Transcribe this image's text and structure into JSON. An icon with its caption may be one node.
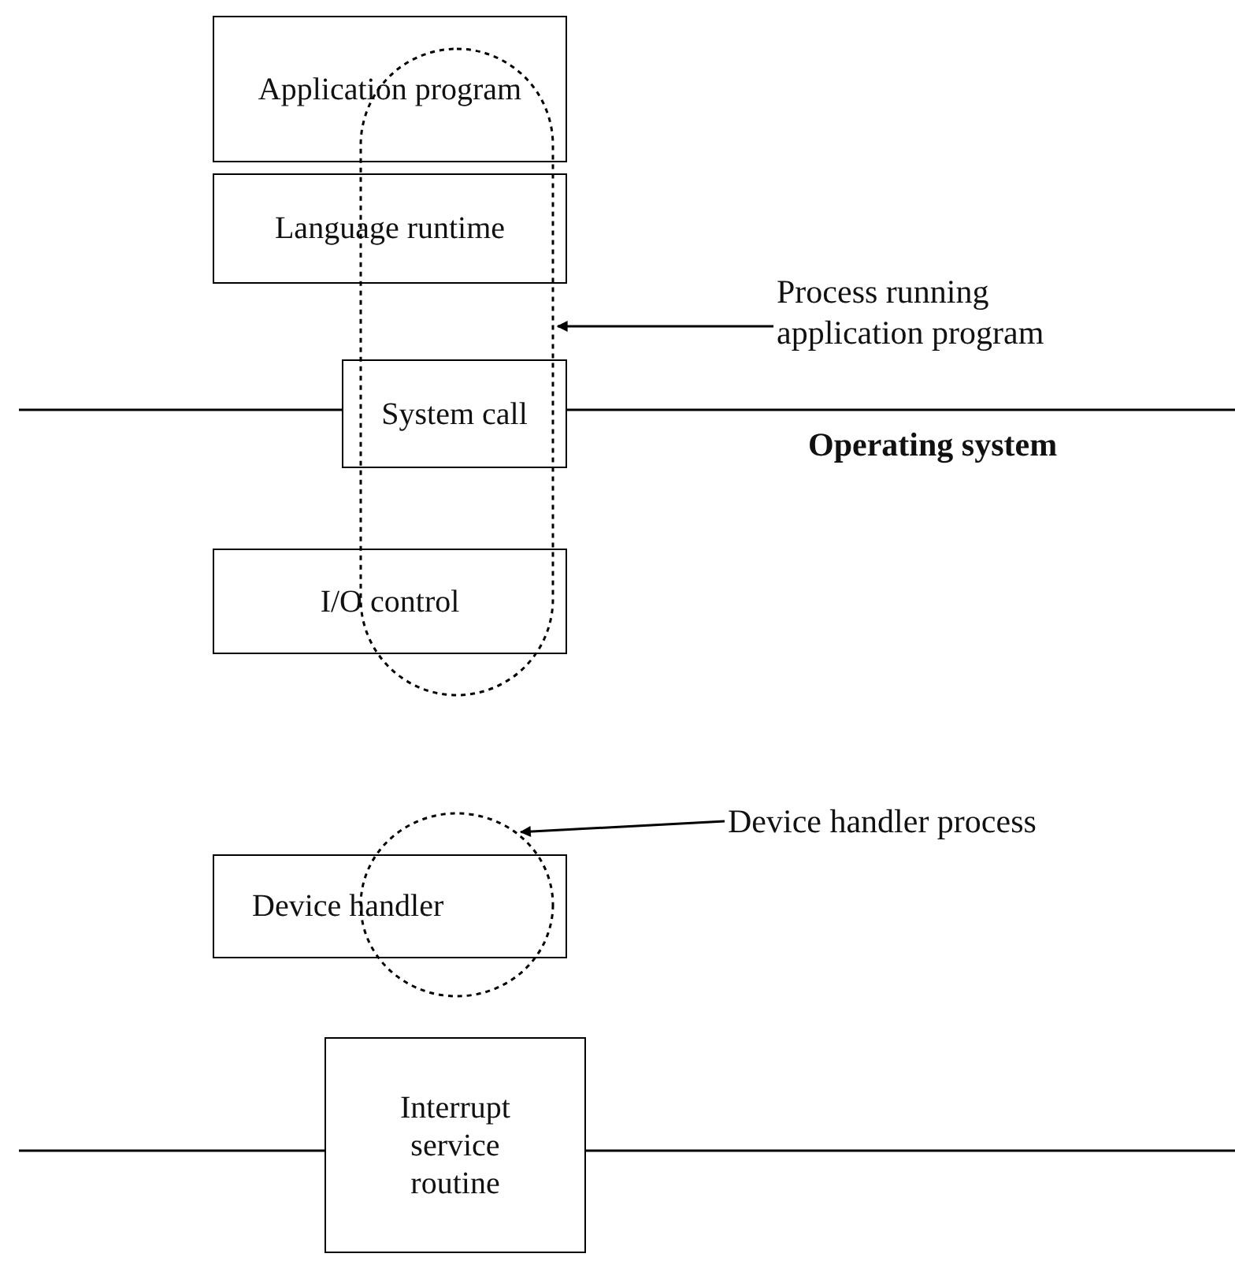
{
  "diagram": {
    "nodes": [
      {
        "text": [
          "Application program"
        ]
      },
      {
        "text": [
          "Language runtime"
        ]
      },
      {
        "text": [
          "System call"
        ]
      },
      {
        "text": [
          "I/O control"
        ]
      },
      {
        "text": [
          "Device handler"
        ]
      },
      {
        "text": [
          "Interrupt service routine"
        ]
      },
      {
        "text": [],
        "shape": "oval"
      },
      {
        "text": [
          "Process running application program"
        ]
      },
      {
        "text": [],
        "shape": "circle"
      },
      {
        "text": [
          "Device handler process"
        ]
      }
    ],
    "edges": [
      {
        "from": 7,
        "to": 6,
        "arrow": "to"
      },
      {
        "from": 9,
        "to": 8,
        "arrow": "to"
      }
    ],
    "labels": [
      "Operating system"
    ]
  }
}
